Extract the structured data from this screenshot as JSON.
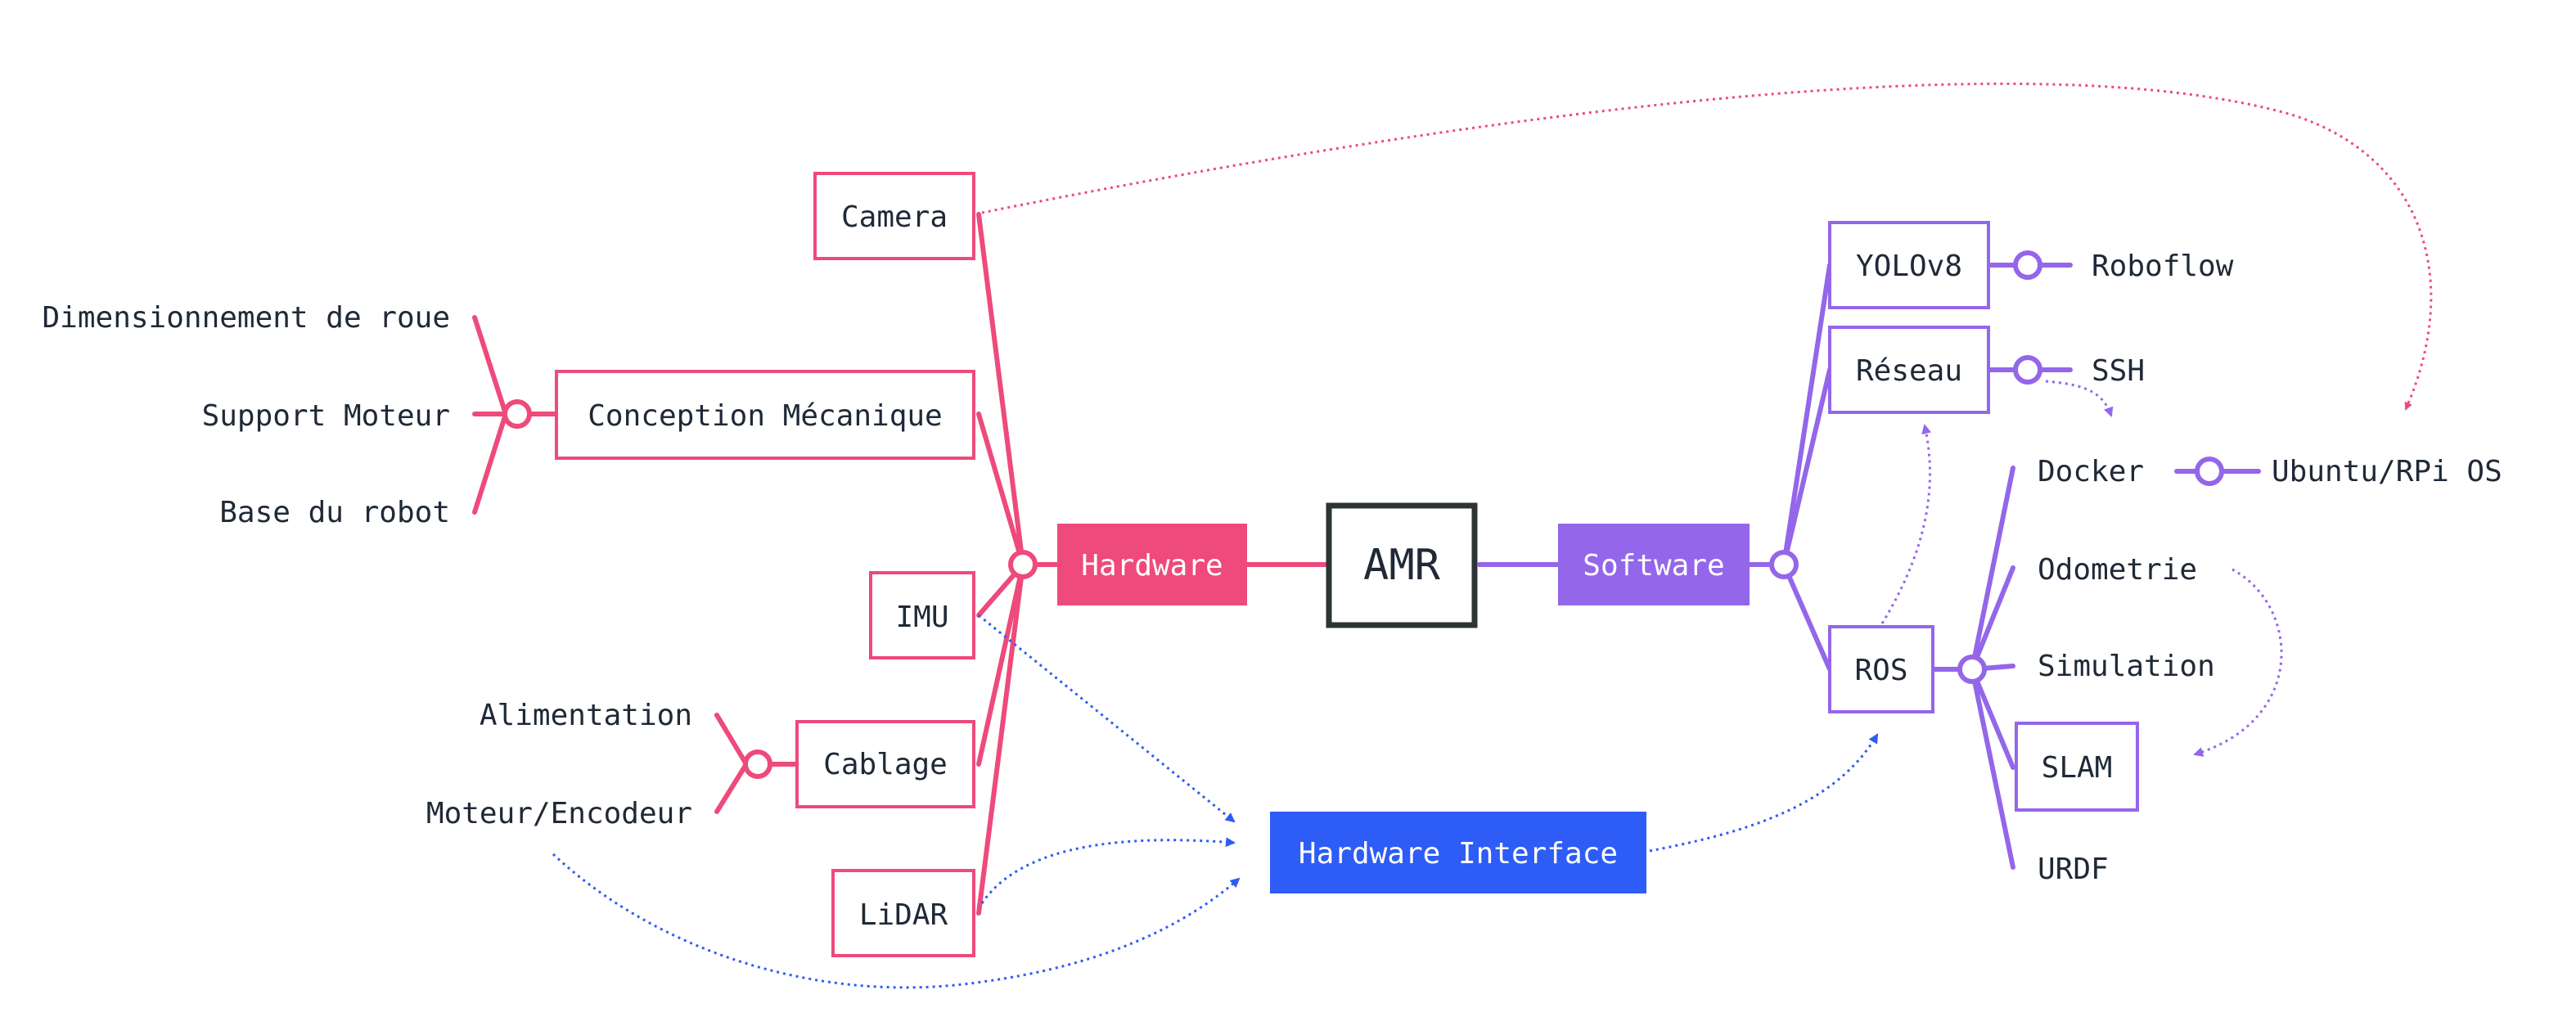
{
  "colors": {
    "hardware": "#ee4a7c",
    "software": "#9466ea",
    "interface": "#2e5cf6",
    "text": "#1f2937",
    "center_border": "#2d3436"
  },
  "center": {
    "label": "AMR"
  },
  "hardware": {
    "label": "Hardware",
    "camera": "Camera",
    "conception": "Conception Mécanique",
    "dimensionnement": "Dimensionnement de roue",
    "support_moteur": "Support Moteur",
    "base_robot": "Base du robot",
    "imu": "IMU",
    "cablage": "Cablage",
    "alimentation": "Alimentation",
    "moteur_encodeur": "Moteur/Encodeur",
    "lidar": "LiDAR"
  },
  "interface": {
    "label": "Hardware Interface"
  },
  "software": {
    "label": "Software",
    "yolo": "YOLOv8",
    "roboflow": "Roboflow",
    "reseau": "Réseau",
    "ssh": "SSH",
    "ros": "ROS",
    "docker": "Docker",
    "ubuntu": "Ubuntu/RPi OS",
    "odometrie": "Odometrie",
    "simulation": "Simulation",
    "slam": "SLAM",
    "urdf": "URDF"
  }
}
